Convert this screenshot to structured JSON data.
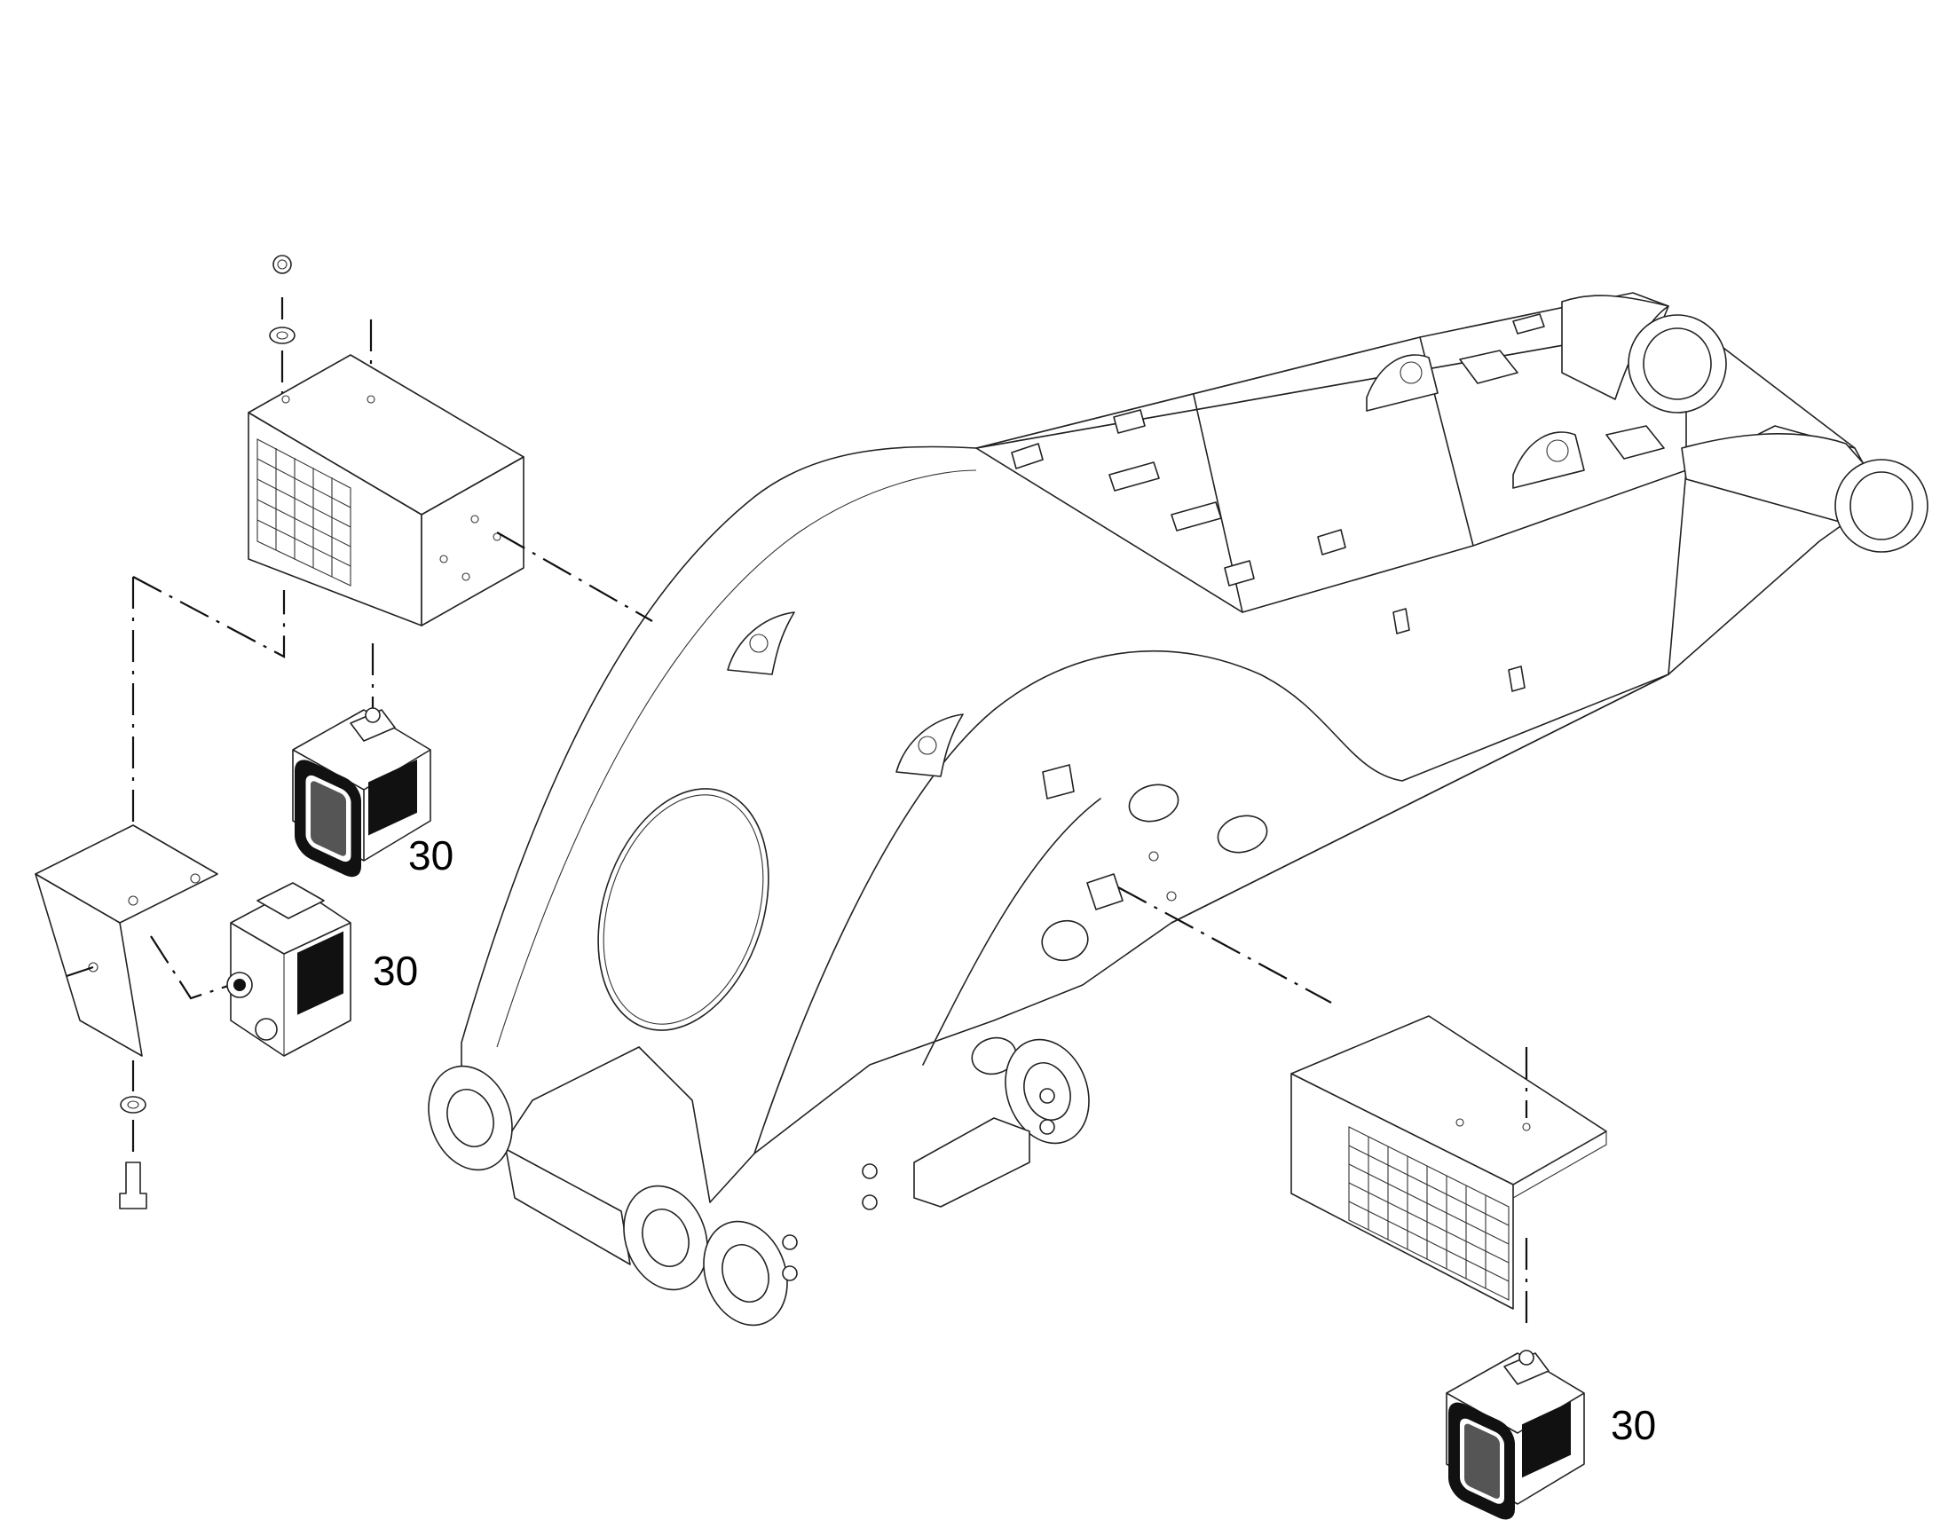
{
  "callouts": [
    {
      "text": "30"
    },
    {
      "text": "30"
    },
    {
      "text": "30"
    }
  ]
}
